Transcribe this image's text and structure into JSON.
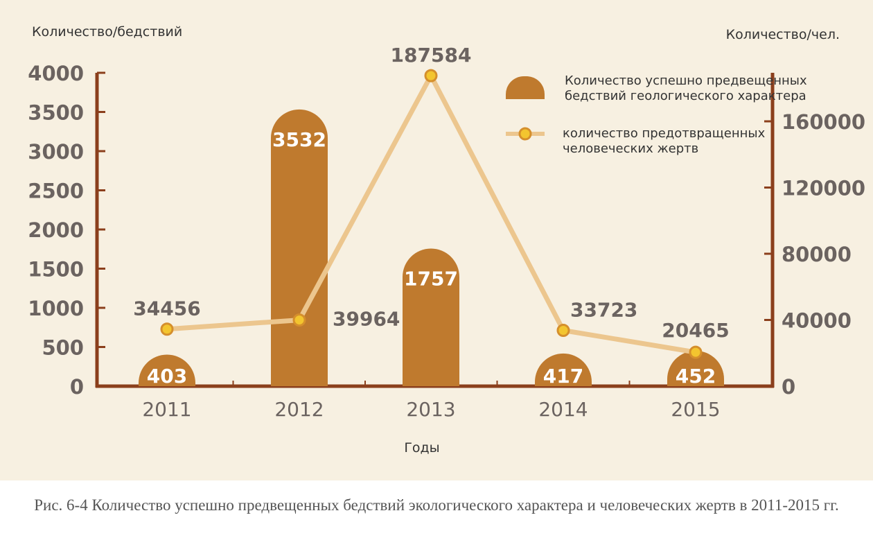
{
  "caption": "Рис. 6-4 Количество успешно предвещенных бедствий экологического характера и человеческих жертв в 2011-2015 гг.",
  "chart_data": {
    "type": "bar",
    "categories": [
      "2011",
      "2012",
      "2013",
      "2014",
      "2015"
    ],
    "xlabel": "Годы",
    "ylabel": "Количество/бедствий",
    "y2label": "Количество/чел.",
    "ylim": [
      0,
      4000
    ],
    "y2lim": [
      0,
      190000
    ],
    "yticks": [
      0,
      500,
      1000,
      1500,
      2000,
      2500,
      3000,
      3500,
      4000
    ],
    "y2ticks": [
      0,
      40000,
      80000,
      120000,
      160000
    ],
    "series": [
      {
        "name": "Количество успешно предвещенных бедствий геологического характера",
        "type": "bar",
        "axis": "left",
        "values": [
          403,
          3532,
          1757,
          417,
          452
        ],
        "color": "#bf7a2e"
      },
      {
        "name": "количество предотвращенных человеческих жертв",
        "type": "line",
        "axis": "right",
        "values": [
          34456,
          39964,
          187584,
          33723,
          20465
        ],
        "color": "#ecc68e",
        "marker_color": "#f3c52f"
      }
    ],
    "legend": {
      "position": "top-right",
      "bar_lines": [
        "Количество успешно предвещенных",
        "бедствий геологического характера"
      ],
      "line_lines": [
        "количество предотвращенных",
        "человеческих жертв"
      ]
    },
    "axis_color": "#8b3f1c",
    "grid": false
  }
}
